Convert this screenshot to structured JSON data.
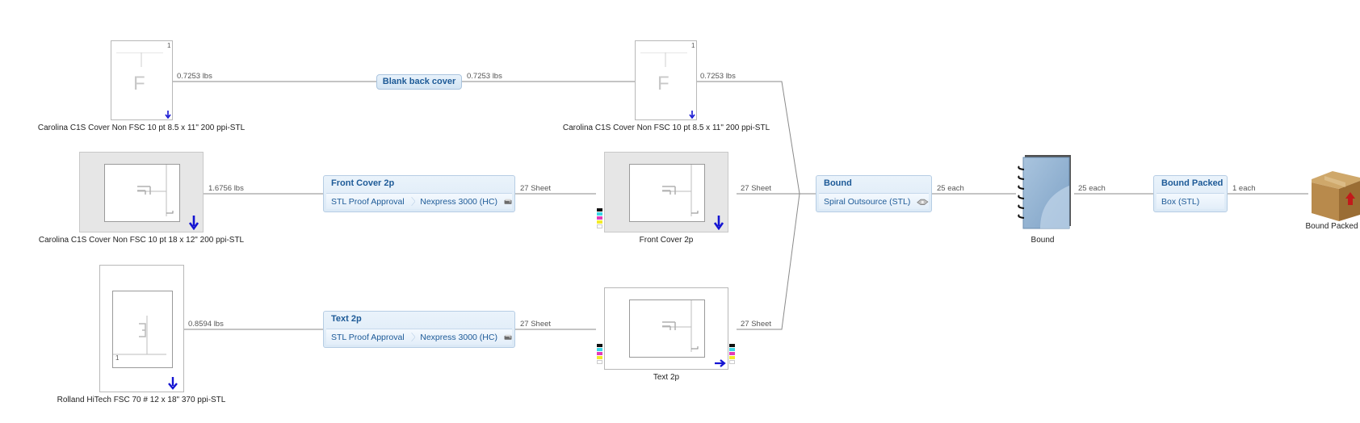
{
  "nodes": {
    "paper1_caption": "Carolina C1S Cover Non FSC 10 pt 8.5 x 11\" 200 ppi-STL",
    "paper2_caption": "Carolina C1S Cover Non FSC 10 pt 8.5 x 11\" 200 ppi-STL",
    "paper3_caption": "Carolina C1S Cover Non FSC 10 pt 18 x 12\" 200 ppi-STL",
    "paper4_caption": "Rolland HiTech FSC 70 # 12 x 18\" 370 ppi-STL",
    "front_cover_caption": "Front Cover 2p",
    "text_caption": "Text 2p",
    "bound_caption": "Bound",
    "bound_packed_caption": "Bound Packed",
    "paper1_page_num": "1",
    "paper2_page_num": "1",
    "paper4_page_num": "1",
    "glyph_f": "F"
  },
  "operations": {
    "blank_back_cover": {
      "title": "Blank back cover"
    },
    "front_cover": {
      "title": "Front Cover 2p",
      "step1": "STL Proof Approval",
      "step2": "Nexpress 3000 (HC)"
    },
    "text": {
      "title": "Text 2p",
      "step1": "STL Proof Approval",
      "step2": "Nexpress 3000 (HC)"
    },
    "bound": {
      "title": "Bound",
      "step1": "Spiral Outsource (STL)"
    },
    "bound_packed": {
      "title": "Bound Packed",
      "step1": "Box (STL)"
    }
  },
  "edge_labels": {
    "e1": "0.7253 lbs",
    "e2": "0.7253 lbs",
    "e3": "0.7253 lbs",
    "e4": "1.6756 lbs",
    "e5": "27 Sheet",
    "e6": "27 Sheet",
    "e7": "0.8594 lbs",
    "e8": "27 Sheet",
    "e9": "27 Sheet",
    "e10": "25 each",
    "e11": "25 each",
    "e12": "1 each"
  },
  "colors": {
    "link": "#8a8a8a",
    "arrow": "#1414d2",
    "cyan": "#3ad6e6",
    "magenta": "#e23bb8",
    "yellow": "#f3ea2a",
    "black": "#111111"
  }
}
